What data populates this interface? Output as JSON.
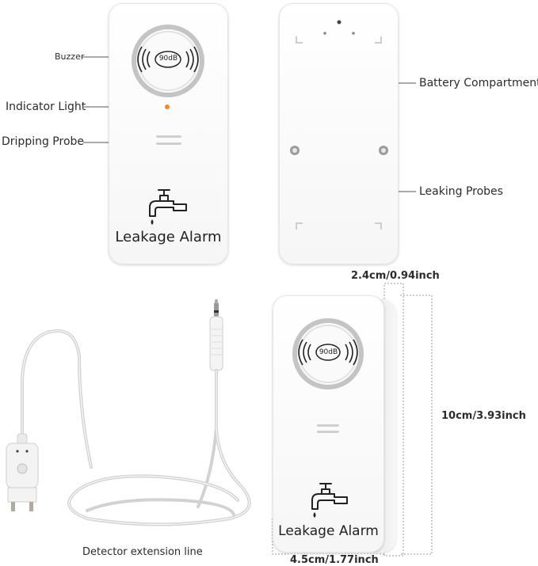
{
  "product_name": "Leakage Alarm",
  "buzzer_rating": "90dB",
  "callouts": {
    "buzzer": "Buzzer",
    "indicator_light": "Indicator Light",
    "dripping_probe": "Dripping Probe",
    "battery_compartment": "Battery Compartment",
    "leaking_probes": "Leaking Probes",
    "extension_line": "Detector extension line"
  },
  "dimensions": {
    "depth": "2.4cm/0.94inch",
    "height": "10cm/3.93inch",
    "width": "4.5cm/1.77inch"
  },
  "colors": {
    "indicator": "#f08a2a",
    "ring": "#b9b9b9",
    "leader_line": "#555555",
    "dimension_line": "#9a9a9a"
  },
  "icons": [
    "speaker-icon",
    "faucet-icon",
    "water-drop-icon"
  ]
}
